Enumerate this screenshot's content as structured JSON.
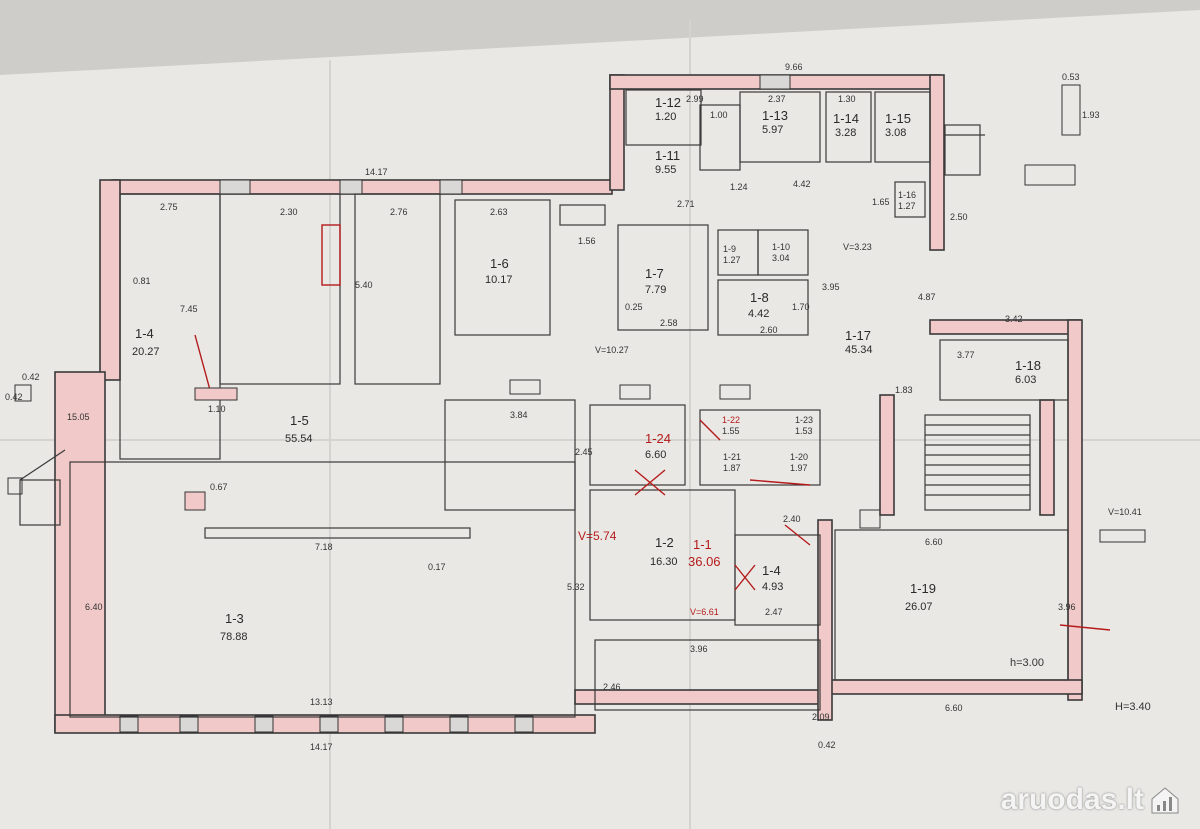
{
  "colors": {
    "paper": "#ecebe8",
    "wall_fill": "#f0c9c8",
    "ink": "#3a3a3a",
    "red_ink": "#b51b1b"
  },
  "watermark": {
    "text": "aruodas.lt",
    "icon": "house-chart-icon"
  },
  "rooms": {
    "r1_1": {
      "id": "1-1",
      "area": "36.06"
    },
    "r1_2": {
      "id": "1-2",
      "area": "16.30"
    },
    "r1_3": {
      "id": "1-3",
      "area": "78.88"
    },
    "r1_4": {
      "id": "1-4",
      "area": "20.27"
    },
    "r1_5": {
      "id": "1-5",
      "area": "55.54"
    },
    "r1_6": {
      "id": "1-6",
      "area": "10.17"
    },
    "r1_7": {
      "id": "1-7",
      "area": "7.79"
    },
    "r1_8": {
      "id": "1-8",
      "area": "4.42"
    },
    "r1_9": {
      "id": "1-9",
      "area": "1.27"
    },
    "r1_10": {
      "id": "1-10",
      "area": "3.04"
    },
    "r1_11": {
      "id": "1-11",
      "area": "9.55"
    },
    "r1_12": {
      "id": "1-12",
      "area": "1.20"
    },
    "r1_13": {
      "id": "1-13",
      "area": "5.97"
    },
    "r1_14": {
      "id": "1-14",
      "area": "3.28"
    },
    "r1_15": {
      "id": "1-15",
      "area": "3.08"
    },
    "r1_16": {
      "id": "1-16",
      "area": "1.27"
    },
    "r1_17": {
      "id": "1-17",
      "area": "45.34"
    },
    "r1_18": {
      "id": "1-18",
      "area": "6.03"
    },
    "r1_19": {
      "id": "1-19",
      "area": "26.07"
    },
    "r1_20": {
      "id": "1-20",
      "area": "1.97"
    },
    "r1_21": {
      "id": "1-21",
      "area": "1.87"
    },
    "r1_22": {
      "id": "1-22",
      "area": "1.55"
    },
    "r1_23": {
      "id": "1-23",
      "area": "1.53"
    },
    "r1_24": {
      "id": "1-24",
      "area": "6.60"
    },
    "r1_4b": {
      "id": "1-4",
      "area": "4.93"
    }
  },
  "dims": {
    "d1417_top": "14.17",
    "d1417_bot": "14.17",
    "d1313": "13.13",
    "d718": "7.18",
    "d275": "2.75",
    "d230": "2.30",
    "d276": "2.76",
    "d263": "2.63",
    "d966": "9.66",
    "d237": "2.37",
    "d130": "1.30",
    "d299": "2.99",
    "d100": "1.00",
    "d745": "7.45",
    "d540": "5.40",
    "d640": "6.40",
    "d1505": "15.05",
    "d042a": "0.42",
    "d042b": "0.42",
    "d384": "3.84",
    "d110": "1.10",
    "d067": "0.67",
    "d017": "0.17",
    "d245": "2.45",
    "d532": "5.32",
    "d246": "2.46",
    "d396": "3.96",
    "d660a": "6.60",
    "d660b": "6.60",
    "d342": "3.42",
    "d377": "3.77",
    "d183": "1.83",
    "d1041": "V=10.41",
    "d323": "V=3.23",
    "d1027": "V=10.27",
    "d574": "V=5.74",
    "d661": "V=6.61",
    "h300": "h=3.00",
    "H340": "H=3.40",
    "d442": "4.42",
    "d487": "4.87",
    "d395": "3.95",
    "d258": "2.58",
    "d260": "2.60",
    "d553": "0.53",
    "d193": "1.93",
    "d209": "2.09",
    "d042c": "0.42",
    "d156": "1.56",
    "d271": "2.71",
    "d396b": "3.96",
    "d250": "2.50",
    "d247": "2.47",
    "d081": "0.81",
    "d025": "0.25",
    "d170": "1.70",
    "d124": "1.24",
    "d165": "1.65",
    "d240": "2.40"
  }
}
